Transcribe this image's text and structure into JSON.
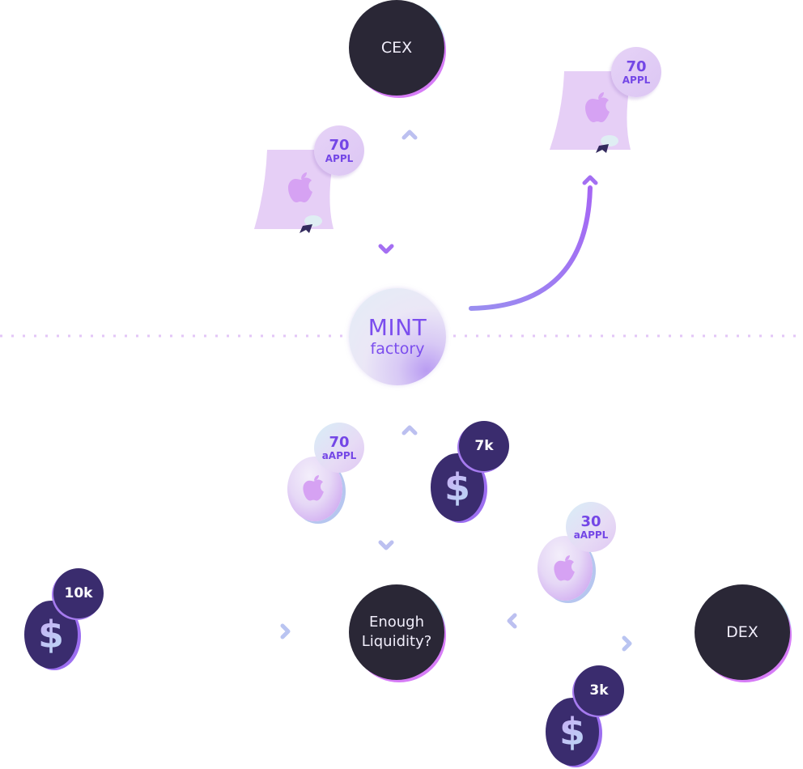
{
  "nodes": {
    "cex": "CEX",
    "mint_title": "MINT",
    "mint_subtitle": "factory",
    "liquidity_line1": "Enough",
    "liquidity_line2": "Liquidity?",
    "dex": "DEX"
  },
  "tokens": {
    "cex_share": {
      "amount": "70",
      "unit": "APPL",
      "icon": "apple-icon"
    },
    "minted_share": {
      "amount": "70",
      "unit": "APPL",
      "icon": "apple-icon"
    },
    "mint_output": {
      "amount": "70",
      "unit": "aAPPL",
      "icon": "apple-icon"
    },
    "dex_output": {
      "amount": "30",
      "unit": "aAPPL",
      "icon": "apple-icon"
    },
    "user_cash": {
      "amount": "10k",
      "symbol": "$"
    },
    "mint_cash": {
      "amount": "7k",
      "symbol": "$"
    },
    "dex_cash": {
      "amount": "3k",
      "symbol": "$"
    }
  },
  "colors": {
    "node_dark": "#2a2736",
    "accent_purple": "#7b4dee",
    "coin_dark": "#3a2c6e",
    "divider": "#e3c6f7"
  }
}
